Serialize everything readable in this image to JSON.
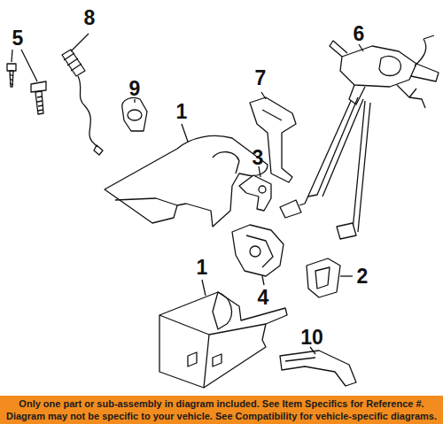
{
  "diagram": {
    "labels": [
      "5",
      "8",
      "9",
      "1",
      "6",
      "7",
      "3",
      "1",
      "2",
      "4",
      "10",
      "Only one part or sub-assembly in diagram included. See Item Specifics for Reference #.",
      "Diagram may not be specific to your vehicle. See Compatibility for vehicle-specific diagrams."
    ]
  }
}
